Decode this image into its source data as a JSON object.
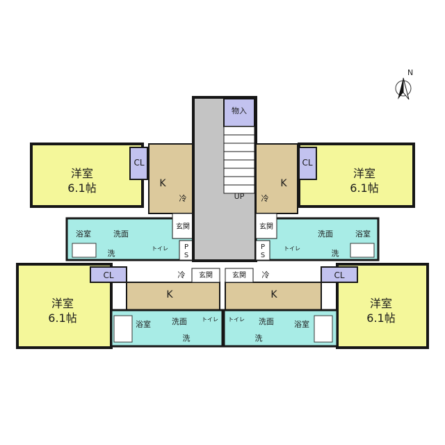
{
  "compass": {
    "label": "N"
  },
  "colors": {
    "room": "#f4f79a",
    "kitchen": "#dcc99c",
    "wet": "#a8ece6",
    "stair": "#c4c4c4",
    "storage": "#c2c2ef",
    "wall": "#161616",
    "floor_white": "#ffffff"
  },
  "labels": {
    "room_a": [
      "洋室",
      "6.1帖"
    ],
    "room_b": [
      "洋室",
      "6.1帖"
    ],
    "room_c": [
      "洋室",
      "6.1帖"
    ],
    "room_d": [
      "洋室",
      "6.1帖"
    ],
    "storage": "物入",
    "up": "UP",
    "cl": "CL",
    "k": "K",
    "fridge": "冷",
    "entrance": "玄関",
    "bath": "浴室",
    "washroom": "洗面",
    "washer": "洗",
    "ps": [
      "P",
      "S"
    ],
    "toilet": "トイレ"
  }
}
